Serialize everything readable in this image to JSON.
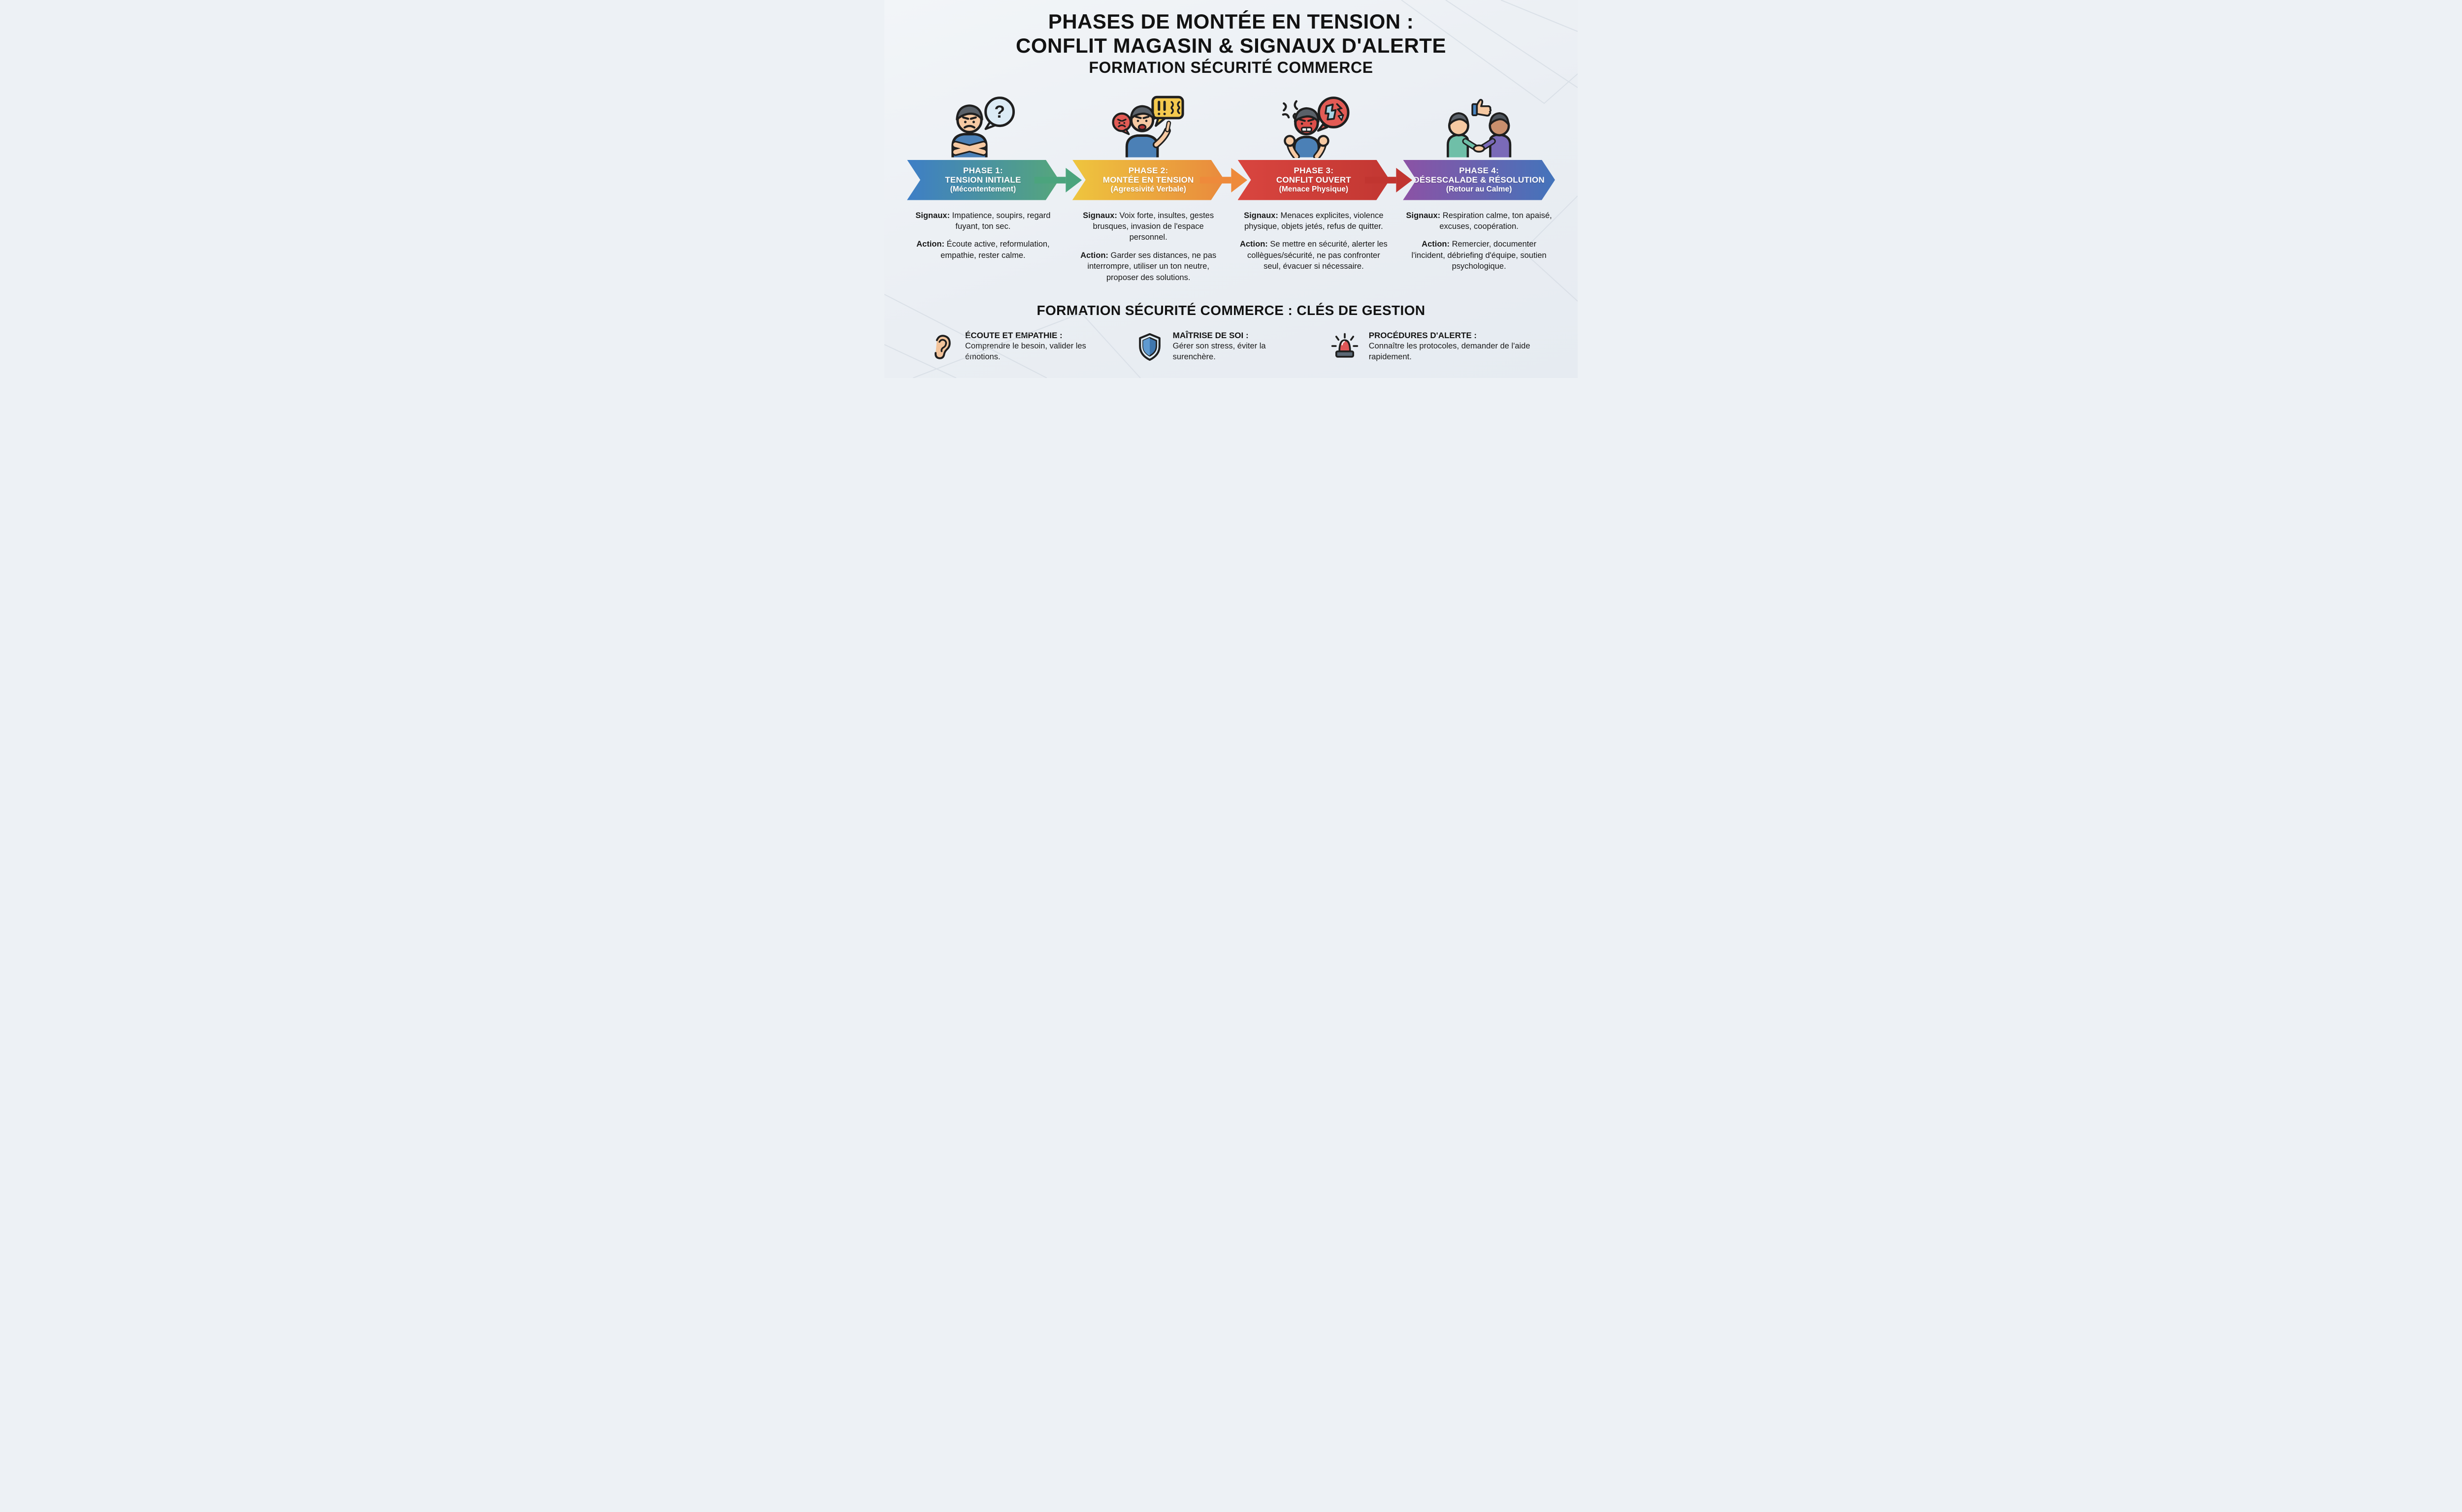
{
  "title": {
    "line1": "PHASES DE MONTÉE EN TENSION :",
    "line2": "CONFLIT MAGASIN & SIGNAUX D'ALERTE",
    "line3": "FORMATION SÉCURITÉ COMMERCE"
  },
  "phases": [
    {
      "header_line1": "PHASE 1:",
      "header_line2": "TENSION INITIALE",
      "header_line3": "(Mécontentement)",
      "signaux_label": "Signaux:",
      "signaux_text": "Impatience, soupirs, regard fuyant, ton sec.",
      "action_label": "Action:",
      "action_text": "Écoute active, reformulation, empathie, rester calme.",
      "icon": "upset-customer-crossed-arms-with-question-bubble",
      "colors": {
        "start": "#3e7ec6",
        "end": "#55a67c",
        "connector": "#4ba47d"
      }
    },
    {
      "header_line1": "PHASE 2:",
      "header_line2": "MONTÉE EN TENSION",
      "header_line3": "(Agressivité Verbale)",
      "signaux_label": "Signaux:",
      "signaux_text": "Voix forte, insultes, gestes brusques, invasion de l'espace personnel.",
      "action_label": "Action:",
      "action_text": "Garder ses distances, ne pas interrompre, utiliser un ton neutre, proposer des solutions.",
      "icon": "angry-customer-pointing-with-speech-bubbles",
      "colors": {
        "start": "#eec53e",
        "end": "#e98a3d",
        "connector": "#ee8a3b"
      }
    },
    {
      "header_line1": "PHASE 3:",
      "header_line2": "CONFLIT OUVERT",
      "header_line3": "(Menace Physique)",
      "signaux_label": "Signaux:",
      "signaux_text": "Menaces explicites, violence physique, objets jetés, refus de quitter.",
      "action_label": "Action:",
      "action_text": "Se mettre en sécurité, alerter les collègues/sécurité, ne pas confronter seul, évacuer si nécessaire.",
      "icon": "furious-customer-fists-broken-object-bubble",
      "colors": {
        "start": "#d9453f",
        "end": "#c23732",
        "connector": "#c13530"
      }
    },
    {
      "header_line1": "PHASE 4:",
      "header_line2": "DÉSESCALADE & RÉSOLUTION",
      "header_line3": "(Retour au Calme)",
      "signaux_label": "Signaux:",
      "signaux_text": "Respiration calme, ton apaisé, excuses, coopération.",
      "action_label": "Action:",
      "action_text": "Remercier, documenter l'incident, débriefing d'équipe, soutien psychologique.",
      "icon": "handshake-resolution-thumbs-up",
      "colors": {
        "start": "#8c52a5",
        "end": "#4374bb",
        "connector": null
      }
    }
  ],
  "footer": {
    "title": "FORMATION SÉCURITÉ COMMERCE : CLÉS DE GESTION",
    "items": [
      {
        "icon": "ear-icon",
        "title": "ÉCOUTE ET EMPATHIE :",
        "text": "Comprendre le besoin, valider les émotions."
      },
      {
        "icon": "shield-icon",
        "title": "MAÎTRISE DE SOI :",
        "text": "Gérer son stress, éviter la surenchère."
      },
      {
        "icon": "siren-icon",
        "title": "PROCÉDURES D'ALERTE :",
        "text": "Connaître les protocoles, demander de l'aide rapidement."
      }
    ]
  },
  "style_colors": {
    "background": "#edf1f5",
    "text": "#181818",
    "banner_text": "#ffffff"
  }
}
